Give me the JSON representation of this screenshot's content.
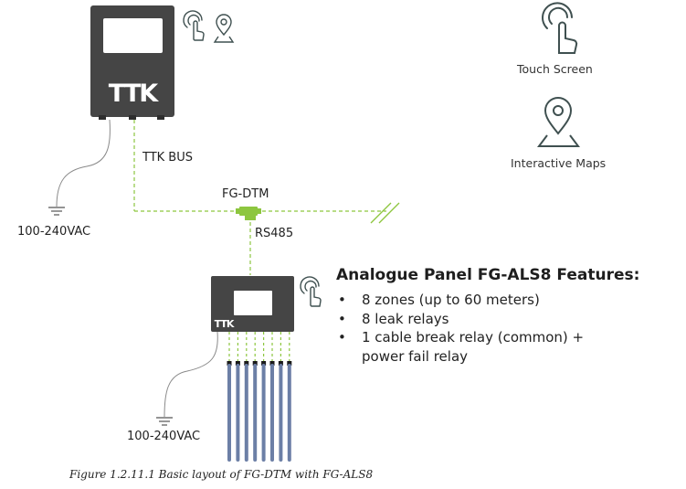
{
  "main_panel": {
    "logo": "TTK",
    "power_label": "100-240VAC"
  },
  "bus_label": "TTK BUS",
  "module_label": "FG-DTM",
  "rs485_label": "RS485",
  "sub_panel": {
    "logo": "TTK",
    "power_label": "100-240VAC"
  },
  "legend": [
    {
      "icon": "touch-icon",
      "label": "Touch Screen"
    },
    {
      "icon": "map-pin-icon",
      "label": "Interactive Maps"
    }
  ],
  "features": {
    "title": "Analogue Panel FG-ALS8 Features:",
    "items": [
      "8 zones (up to 60 meters)",
      "8 leak relays",
      "1 cable break relay (common) +",
      "power fail relay"
    ]
  },
  "caption": "Figure 1.2.11.1 Basic layout of FG-DTM with FG-ALS8",
  "colors": {
    "panel": "#454545",
    "screen": "#ffffff",
    "dash": "#8dc63f",
    "cable": "#6c7fa6",
    "icon_stroke": "#3f5050",
    "wire": "#8a8a8a"
  }
}
